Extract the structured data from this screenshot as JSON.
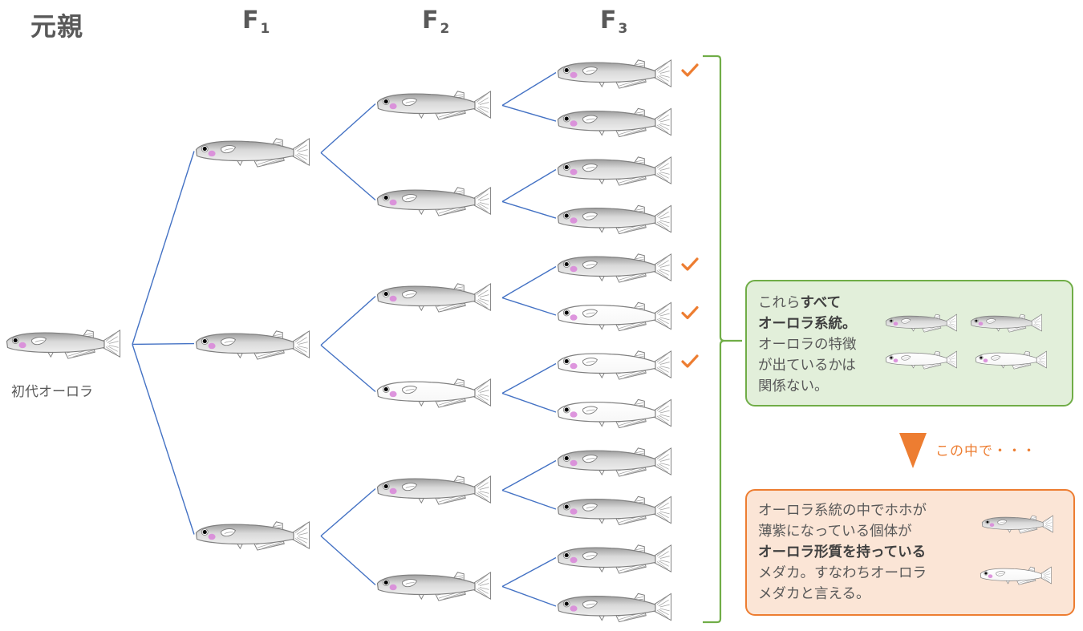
{
  "titles": {
    "parent": "元親",
    "f1_base": "F",
    "f1_sub": "1",
    "f2_base": "F",
    "f2_sub": "2",
    "f3_base": "F",
    "f3_sub": "3"
  },
  "parent_label": "初代オーロラ",
  "green_box": {
    "line1_a": "これら",
    "line1_b": "すべて",
    "line2_a": "オーロラ系統",
    "line2_b": "。",
    "line3": "オーロラの特徴",
    "line4": "が出ているかは",
    "line5": "関係ない。"
  },
  "arrow_note": "この中で・・・",
  "orange_box": {
    "line1": "オーロラ系統の中でホホが",
    "line2": "薄紫になっている個体が",
    "line3": "オーロラ形質を持っている",
    "line4": "メダカ。すなわちオーロラ",
    "line5": "メダカと言える。"
  },
  "fish_tree": {
    "f1": [
      "gray",
      "gray",
      "gray"
    ],
    "f2": [
      "gray",
      "gray",
      "gray",
      "white",
      "gray",
      "gray"
    ],
    "f3": [
      {
        "color": "gray",
        "checked": true
      },
      {
        "color": "gray",
        "checked": false
      },
      {
        "color": "gray",
        "checked": false
      },
      {
        "color": "gray",
        "checked": false
      },
      {
        "color": "gray",
        "checked": true
      },
      {
        "color": "white",
        "checked": true
      },
      {
        "color": "white",
        "checked": true
      },
      {
        "color": "white",
        "checked": false
      },
      {
        "color": "gray",
        "checked": false
      },
      {
        "color": "gray",
        "checked": false
      },
      {
        "color": "gray",
        "checked": false
      },
      {
        "color": "gray",
        "checked": false
      }
    ]
  },
  "colors": {
    "line": "#4472c4",
    "bracket": "#70ad47",
    "check": "#ed7d31",
    "fish_gray": "#bdbdbd",
    "fish_white": "#ffffff",
    "cheek": "#d98ad9"
  }
}
